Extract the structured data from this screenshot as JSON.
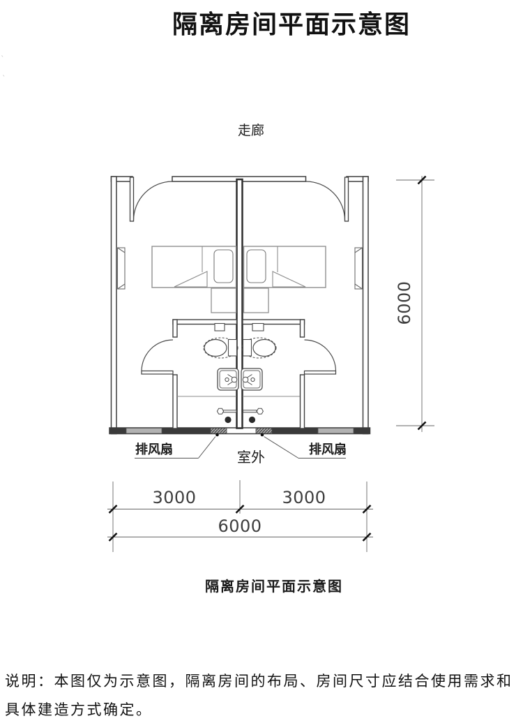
{
  "title": "隔离房间平面示意图",
  "caption": "隔离房间平面示意图",
  "plan": {
    "labels": {
      "corridor": "走廊",
      "outdoor": "室外",
      "exhaust_fan_left": "排风扇",
      "exhaust_fan_right": "排风扇"
    },
    "dimensions": {
      "width_left": "3000",
      "width_right": "3000",
      "width_total": "6000",
      "height_total": "6000"
    }
  },
  "note": {
    "line1": "说明：本图仅为示意图，隔离房间的布局、房间尺寸应结合使用需求和",
    "line2": "具体建造方式确定。"
  },
  "colors": {
    "wall_line": "#3f3f3f",
    "furniture_line": "#8f8f8f",
    "fixture_line": "#4a4a4a",
    "window_fill": "#b2b2b2",
    "dim_line": "#666666",
    "tick": "#111111"
  }
}
